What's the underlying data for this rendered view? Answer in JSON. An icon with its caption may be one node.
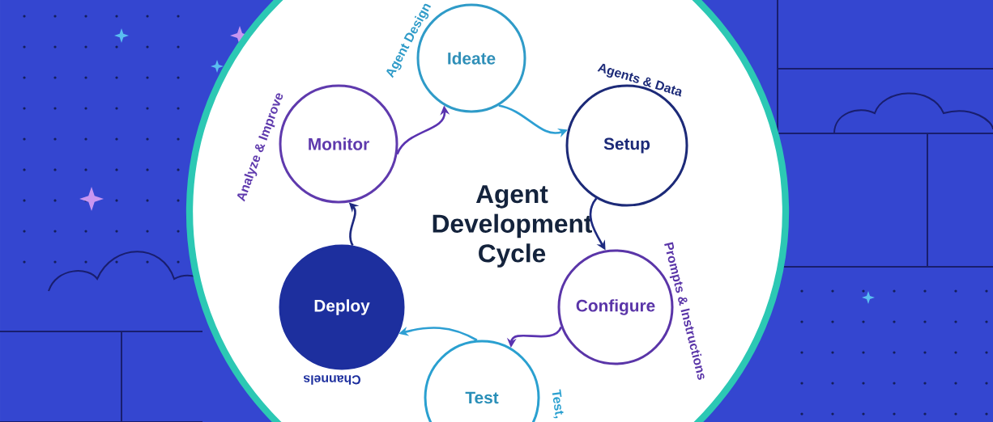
{
  "diagram": {
    "title": "Agent Development Cycle",
    "nodes": [
      {
        "text": [
          "Ideate"
        ],
        "beside": [
          "Agent Design"
        ]
      },
      {
        "text": [
          "Setup"
        ],
        "beside": [
          "Agents & Data"
        ]
      },
      {
        "text": [
          "Configure"
        ],
        "beside": [
          "Prompts & Instructions"
        ]
      },
      {
        "text": [
          "Test"
        ],
        "beside": [
          "Test,"
        ]
      },
      {
        "text": [
          "Deploy"
        ],
        "beside": [
          "Channels"
        ]
      },
      {
        "text": [
          "Monitor"
        ],
        "beside": [
          "Analyze & Improve"
        ]
      }
    ],
    "edges": [
      {
        "from": 0,
        "to": 1,
        "arrow": "to",
        "color": "#2d9fd3"
      },
      {
        "from": 1,
        "to": 2,
        "arrow": "to",
        "color": "#1e2a80"
      },
      {
        "from": 2,
        "to": 3,
        "arrow": "to",
        "color": "#5a33b0"
      },
      {
        "from": 3,
        "to": 4,
        "arrow": "to",
        "color": "#2d9fd3"
      },
      {
        "from": 4,
        "to": 5,
        "arrow": "to",
        "color": "#1e2a80"
      },
      {
        "from": 5,
        "to": 0,
        "arrow": "to",
        "color": "#5a33b0"
      }
    ]
  }
}
